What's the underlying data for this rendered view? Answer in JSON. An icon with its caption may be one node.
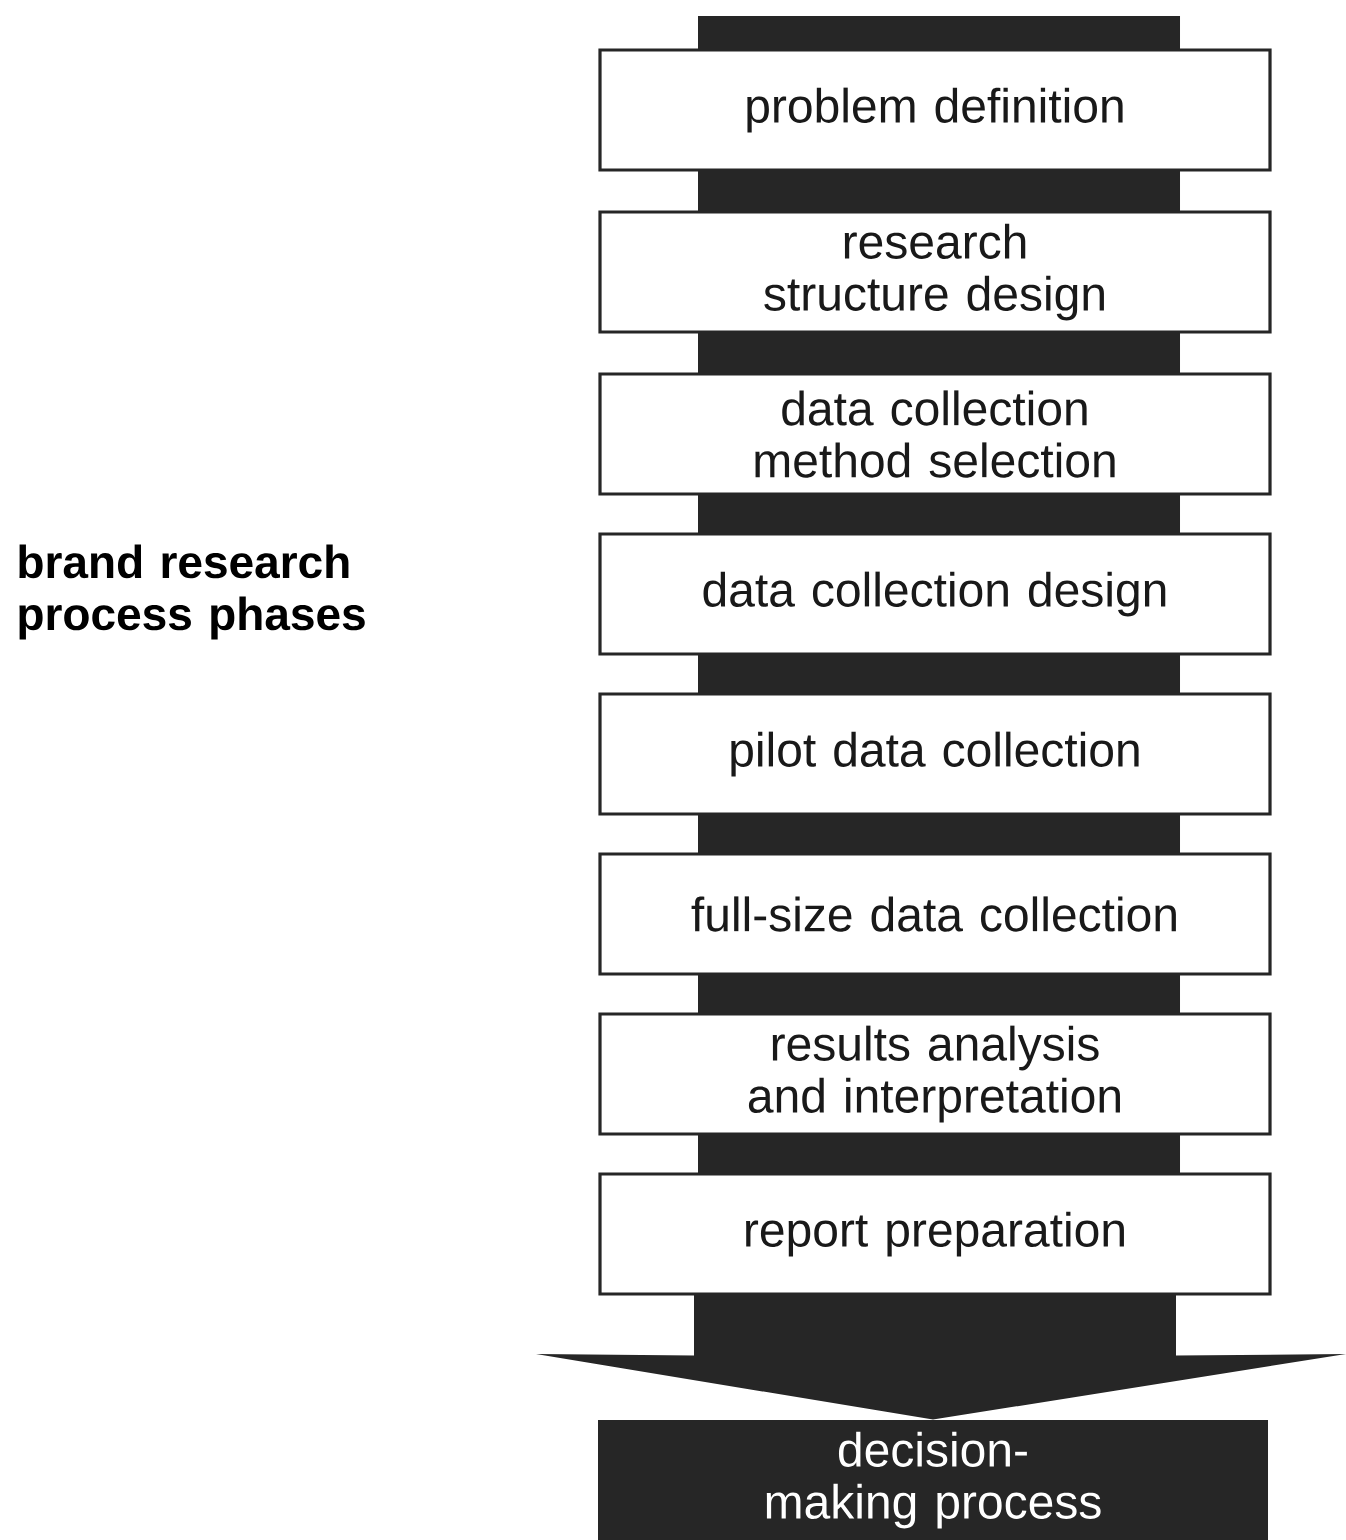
{
  "diagram": {
    "nodes": [
      {
        "text": [
          "problem definition"
        ]
      },
      {
        "text": [
          "research structure design"
        ]
      },
      {
        "text": [
          "data collection method selection"
        ]
      },
      {
        "text": [
          "data collection design"
        ]
      },
      {
        "text": [
          "pilot data collection"
        ]
      },
      {
        "text": [
          "full-size data collection"
        ]
      },
      {
        "text": [
          "results analysis and interpretation"
        ]
      },
      {
        "text": [
          "report preparation"
        ]
      },
      {
        "text": [
          "decision-making process"
        ]
      }
    ],
    "edges": [
      {
        "from": 7,
        "to": 8,
        "arrow": "to",
        "style": "thick"
      }
    ],
    "labels": [
      "brand research process phases"
    ]
  }
}
